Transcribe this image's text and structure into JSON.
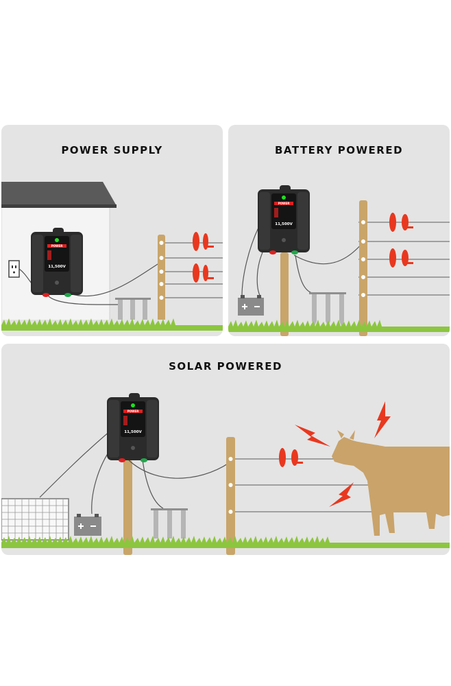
{
  "panels": {
    "power_supply": {
      "title": "POWER SUPPLY"
    },
    "battery_powered": {
      "title": "BATTERY POWERED"
    },
    "solar_powered": {
      "title": "SOLAR POWERED"
    }
  },
  "device": {
    "voltage": "11,500V",
    "brand_label": "POWER",
    "model_label": "",
    "accent_color": "#e02020",
    "body_color": "#2b2b2b",
    "led_color": "#22dd22"
  },
  "colors": {
    "panel_bg": "#e4e4e4",
    "grass": "#8cc63f",
    "post": "#c9a56a",
    "cow": "#c9a36a",
    "spark": "#e8381f",
    "wall": "#f4f4f4",
    "roof": "#555555"
  },
  "icons": [
    "wall-outlet-icon",
    "battery-icon",
    "solar-panel-icon",
    "ground-rod-icon",
    "insulator-icon",
    "spark-icon",
    "cow-icon"
  ]
}
